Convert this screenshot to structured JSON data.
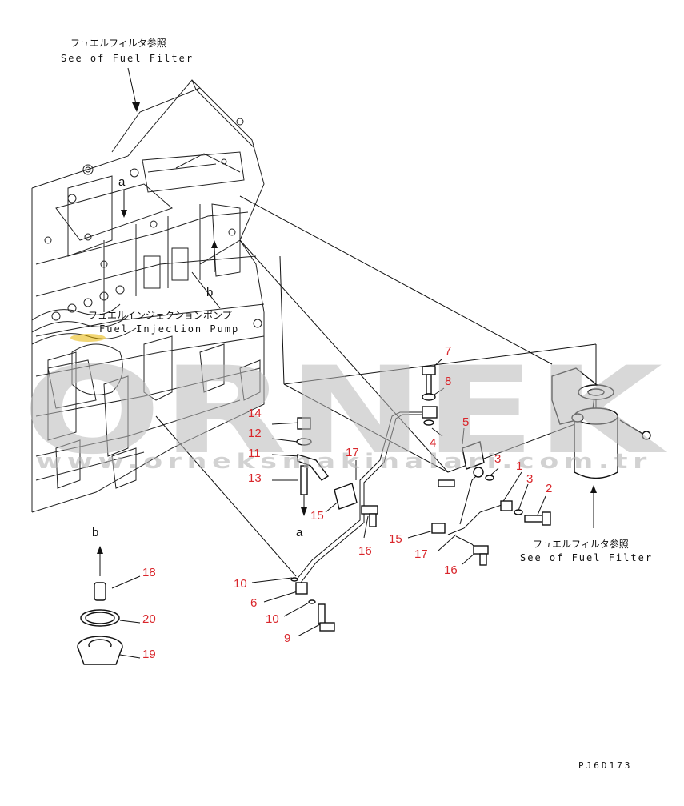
{
  "callouts": {
    "fuel_filter_top_jp": "フュエルフィルタ参照",
    "fuel_filter_top_en": "See of Fuel Filter",
    "injection_pump_jp": "フュエルインジェクションポンプ",
    "injection_pump_en": "Fuel Injection Pump",
    "fuel_filter_right_jp": "フュエルフィルタ参照",
    "fuel_filter_right_en": "See of Fuel Filter",
    "view_a_top": "a",
    "view_b_top": "b",
    "view_a_bottom": "a",
    "view_b_bottom": "b"
  },
  "part_numbers": {
    "p7": "7",
    "p8": "8",
    "p4": "4",
    "p5": "5",
    "p3a": "3",
    "p1": "1",
    "p3b": "3",
    "p2": "2",
    "p14": "14",
    "p12": "12",
    "p11": "11",
    "p13": "13",
    "p17a": "17",
    "p15a": "15",
    "p16a": "16",
    "p15b": "15",
    "p17b": "17",
    "p16b": "16",
    "p10a": "10",
    "p6": "6",
    "p10b": "10",
    "p9": "9",
    "p18": "18",
    "p20": "20",
    "p19": "19"
  },
  "drawing_code": "PJ6D173",
  "watermark": {
    "brand": "ORNEK",
    "url": "www.orneksmakinalari.com.tr"
  },
  "colors": {
    "part_number": "#d9262b",
    "line": "#111111",
    "watermark": "#b9b9b9",
    "highlight": "#e8b400"
  }
}
